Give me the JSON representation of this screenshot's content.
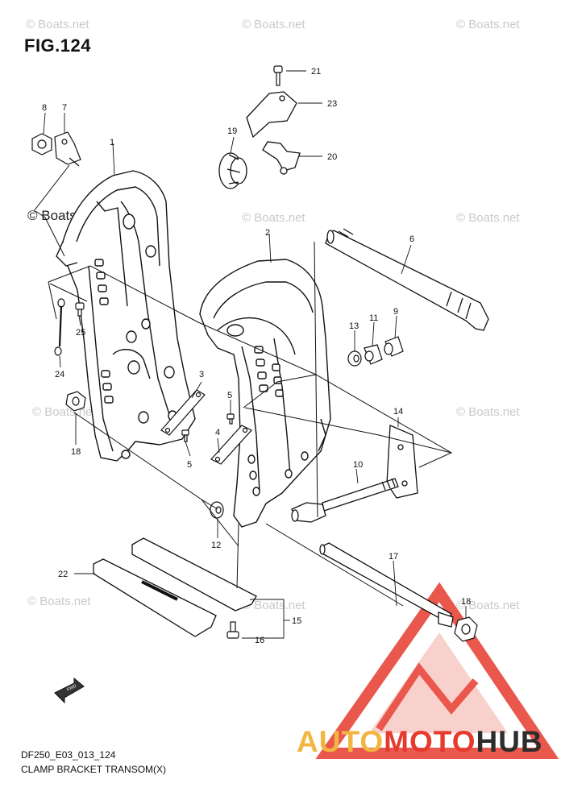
{
  "figure": {
    "title": "FIG.124",
    "code": "DF250_E03_013_124",
    "name": "CLAMP BRACKET TRANSOM(X)"
  },
  "watermark": {
    "text": "© Boats.net"
  },
  "brand": {
    "part1": "AUTO",
    "part2": "MOTO",
    "part3": "HUB",
    "colors": {
      "auto": "#f2b640",
      "moto": "#e63a2e",
      "hub": "#2d2d2d",
      "logo": "#e63a2e"
    }
  },
  "fwd_label": "FWD",
  "callouts": {
    "c1": "1",
    "c2": "2",
    "c3": "3",
    "c4": "4",
    "c5a": "5",
    "c5b": "5",
    "c6": "6",
    "c7": "7",
    "c8": "8",
    "c9": "9",
    "c10": "10",
    "c11": "11",
    "c12": "12",
    "c13": "13",
    "c14": "14",
    "c15": "15",
    "c16": "16",
    "c17": "17",
    "c18a": "18",
    "c18b": "18",
    "c19": "19",
    "c20": "20",
    "c21": "21",
    "c22": "22",
    "c23": "23",
    "c24": "24",
    "c25": "25"
  }
}
